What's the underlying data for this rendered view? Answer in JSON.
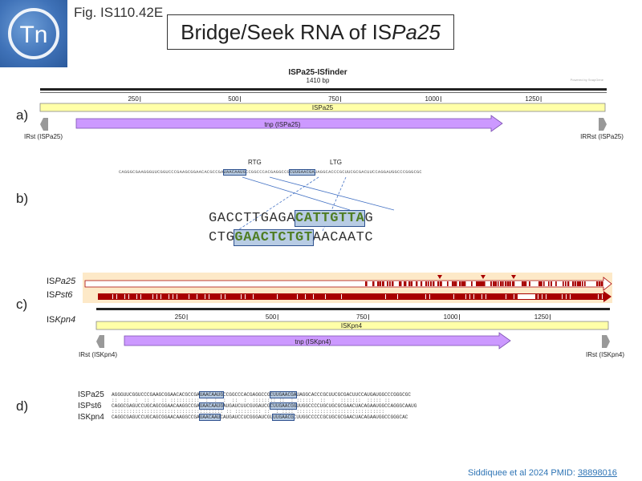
{
  "header": {
    "fig_id": "Fig. IS110.42E",
    "title_plain": "Bridge/Seek RNA of IS",
    "title_italic": "Pa25",
    "logo_text": "Tn"
  },
  "panel_a": {
    "label": "a)",
    "map_title": "ISPa25-ISfinder",
    "map_size": "1410 bp",
    "ticks": [
      "250",
      "500",
      "750",
      "1000",
      "1250"
    ],
    "element_label": "ISPa25",
    "orf_label": "tnp (ISPa25)",
    "left_ir": "IRst (ISPa25)",
    "right_ir": "IRRst (ISPa25)",
    "watermark": "Powered by SnapGene"
  },
  "panel_b": {
    "label": "b)",
    "rtg_label": "RTG",
    "ltg_label": "LTG",
    "seq_pre": "CAGGGCGAAGGGUUCGGUCCCGAAGCGGAACACGCCGA",
    "seq_hl1": "UAACAAUG",
    "seq_mid": "CCGGCCCACGAGGCCG",
    "seq_hl2": "CUUGAACGA",
    "seq_post": "UAGGCACCCGCUUCGCGACUUCCAGGAUGGCCCGGGCGC",
    "top_pre": "GACCTTGAGA",
    "top_hl": "CATTGTTA",
    "top_post": "G",
    "bottom_pre": "CTG",
    "bottom_hl": "GAACTCTGT",
    "bottom_post": "AACAATC"
  },
  "panel_c": {
    "label": "c)",
    "row1_plain": "IS",
    "row1_italic": "Pa25",
    "row2_plain": "IS",
    "row2_italic": "Pst6",
    "map_label_plain": "IS",
    "map_label_italic": "Kpn4",
    "ticks": [
      "250",
      "500",
      "750",
      "1000",
      "1250"
    ],
    "element_label": "ISKpn4",
    "orf_label": "tnp (ISKpn4)",
    "left_ir": "IRst (ISKpn4)",
    "right_ir": "IRst (ISKpn4)"
  },
  "panel_d": {
    "label": "d)",
    "rows": [
      {
        "name": "ISPa25",
        "pre": "AGGGUUCGGUCCCGAAGCGGAACACGCCGA",
        "hl1": "UAACAAUG",
        "mid": "CCGGCCCACGAGGCCG",
        "hl2": "CUUGAACGA",
        "post": "UAGGCACCCGCUUCGCGACUUCCAUGAUGGCCCGGGCGC"
      },
      {
        "name": "ISPst6",
        "pre": "CAGGCGAGUCCUGCAGCGGAACAAGGCCGA",
        "hl1": "UAACAAUG",
        "mid": "AUGAUCUUCGUGAUCG",
        "hl2": "CUUGAACGG",
        "post": "UUGGCCCCUGCUGCGCGAACUACAGAAUGGCCAGGGCAAUG"
      },
      {
        "name": "ISKpn4",
        "pre": "CAGGCGAGUCCUGCAGCGGAACAAGGCCGA",
        "hl1": "UAACAAU",
        "mid": "CAUGAUCCUCGGGAUCGU",
        "hl2": "UUGAACG",
        "post": "CUUGGCCCCCGCUGCGCGAACUACAGAAUGGCCGGGCAC"
      }
    ],
    "match1": "::  ::  :  :: :  :: ::::::::::  :  :  :  ::  :  :::::::: ::  : ::::::  ::  :  :::::::  ::::: ::",
    "match2": ":::::::::::::::::::::::::::::::::::::: :: ::::::::: ::  : :::: ::::::::::::::::::::::::::::::"
  },
  "citation": {
    "text": "Siddiquee et al 2024 PMID: ",
    "pmid": "38898016"
  },
  "colors": {
    "element_fill": "#ffffa8",
    "orf_fill": "#cc99ff",
    "ir_fill": "#999999",
    "highlight_fill": "#b8cce4",
    "highlight_border": "#2f528f",
    "guide_green": "#4f7d23",
    "panel_c_band": "#fde9c8",
    "conservation_red": "#a80000"
  }
}
